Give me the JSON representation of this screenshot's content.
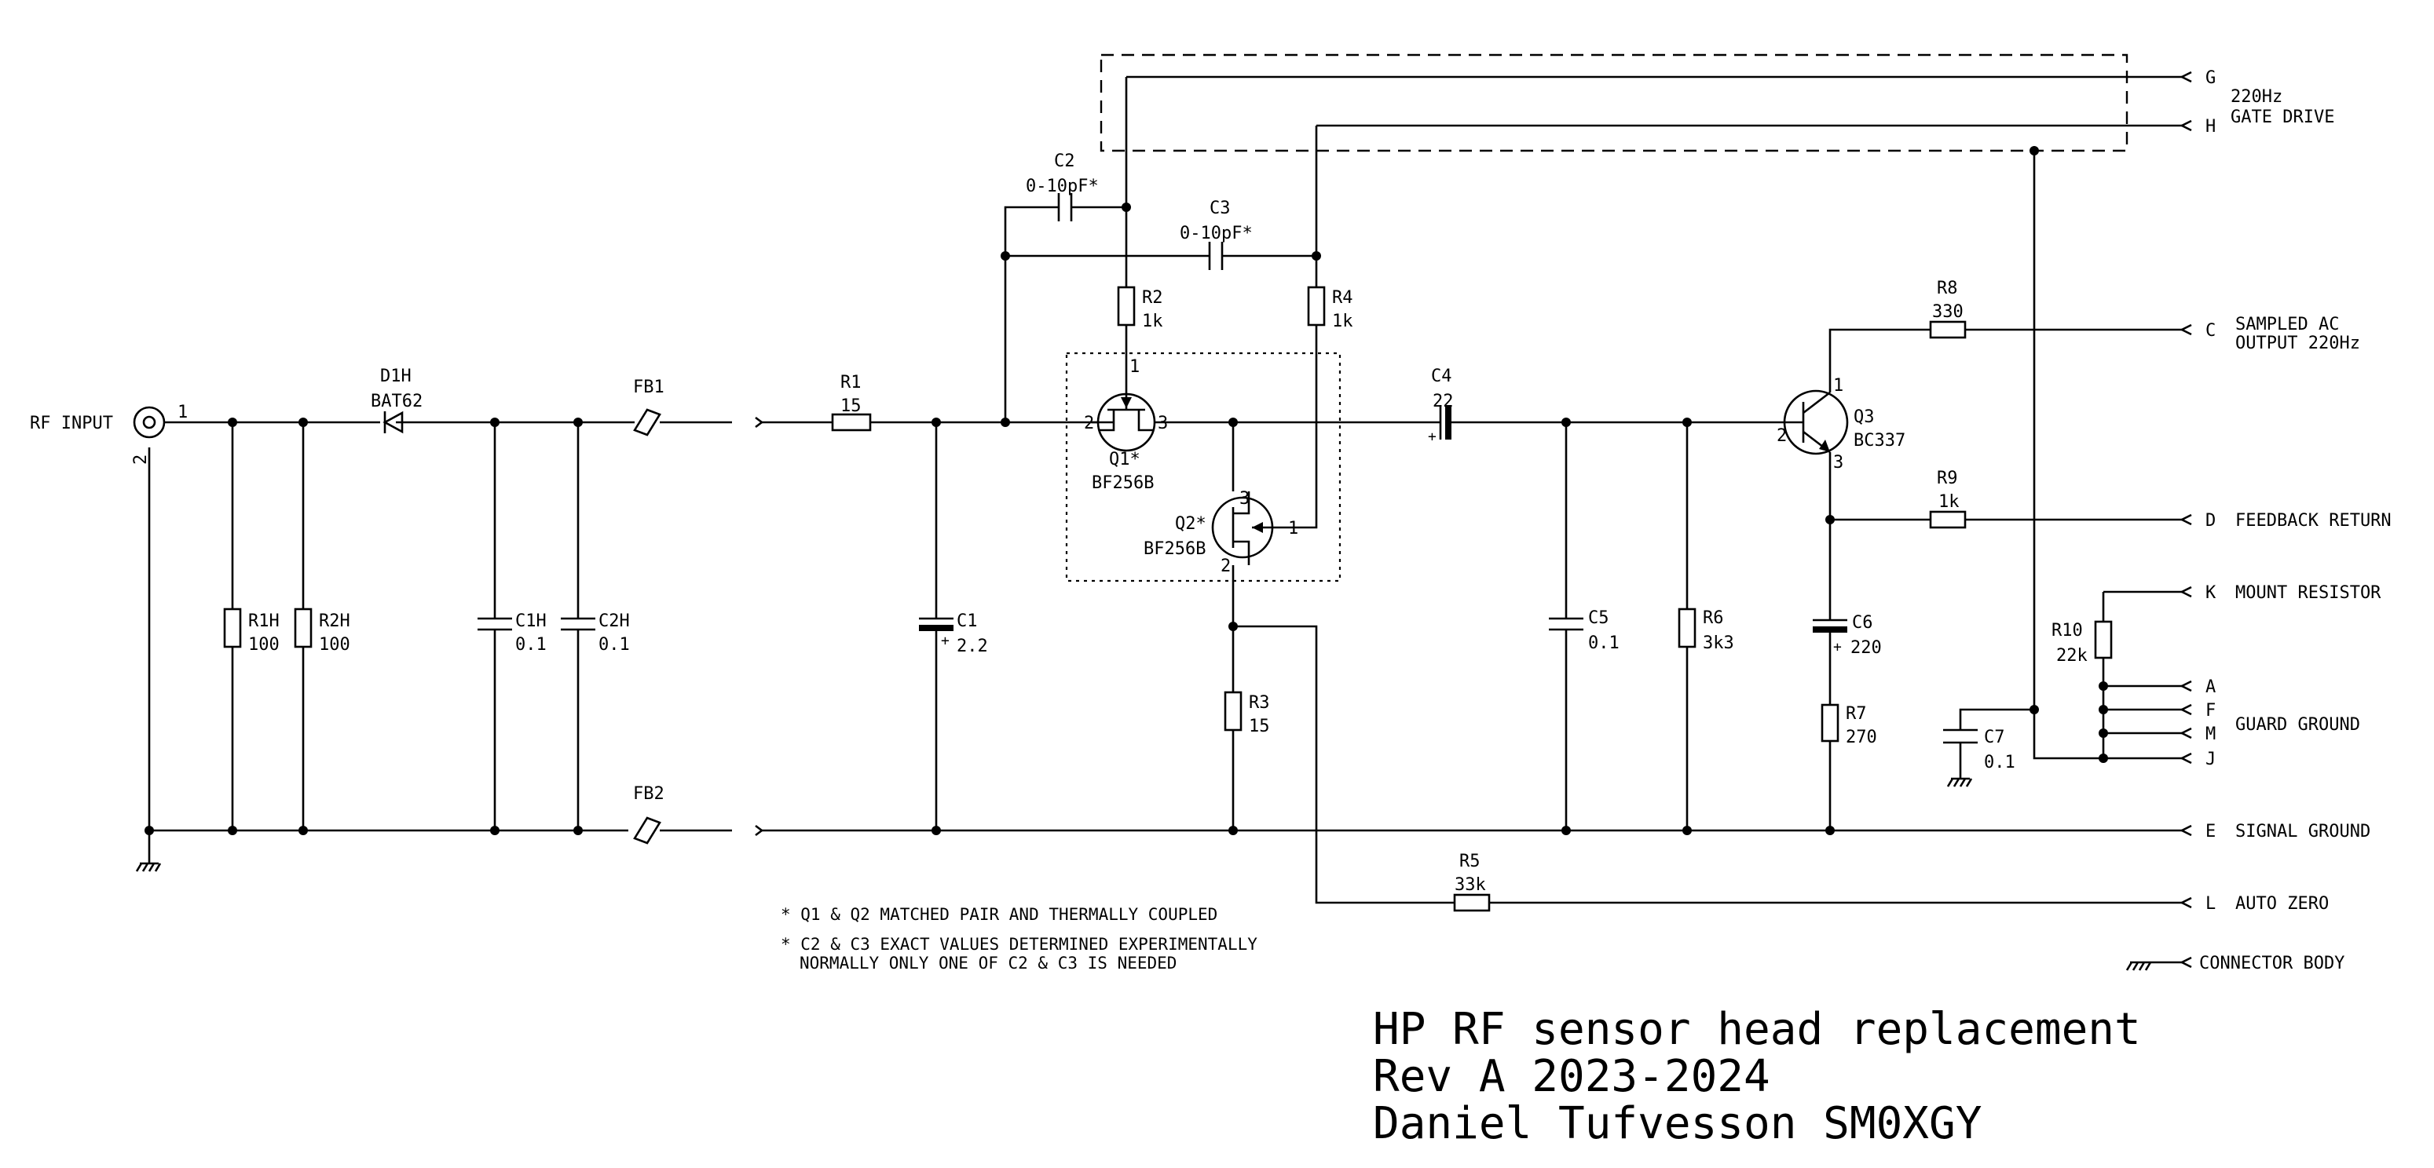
{
  "colors": {
    "ink": "#000000",
    "background": "#ffffff"
  },
  "rf_input": {
    "label": "RF INPUT",
    "pin1": "1",
    "pin2": "2"
  },
  "components": {
    "D1H": {
      "ref": "D1H",
      "value": "BAT62"
    },
    "FB1": {
      "ref": "FB1"
    },
    "FB2": {
      "ref": "FB2"
    },
    "R1H": {
      "ref": "R1H",
      "value": "100"
    },
    "R2H": {
      "ref": "R2H",
      "value": "100"
    },
    "C1H": {
      "ref": "C1H",
      "value": "0.1"
    },
    "C2H": {
      "ref": "C2H",
      "value": "0.1"
    },
    "R1": {
      "ref": "R1",
      "value": "15"
    },
    "C1": {
      "ref": "C1",
      "value": "2.2"
    },
    "C2": {
      "ref": "C2",
      "value": "0-10pF*"
    },
    "C3": {
      "ref": "C3",
      "value": "0-10pF*"
    },
    "R2": {
      "ref": "R2",
      "value": "1k"
    },
    "R4": {
      "ref": "R4",
      "value": "1k"
    },
    "Q1": {
      "ref": "Q1*",
      "value": "BF256B"
    },
    "Q2": {
      "ref": "Q2*",
      "value": "BF256B"
    },
    "R3": {
      "ref": "R3",
      "value": "15"
    },
    "C4": {
      "ref": "C4",
      "value": "22"
    },
    "C5": {
      "ref": "C5",
      "value": "0.1"
    },
    "R6": {
      "ref": "R6",
      "value": "3k3"
    },
    "Q3": {
      "ref": "Q3",
      "value": "BC337"
    },
    "R8": {
      "ref": "R8",
      "value": "330"
    },
    "R9": {
      "ref": "R9",
      "value": "1k"
    },
    "C6": {
      "ref": "C6",
      "value": "220"
    },
    "R7": {
      "ref": "R7",
      "value": "270"
    },
    "R5": {
      "ref": "R5",
      "value": "33k"
    },
    "R10": {
      "ref": "R10",
      "value": "22k"
    },
    "C7": {
      "ref": "C7",
      "value": "0.1"
    }
  },
  "pins": {
    "q1_1": "1",
    "q1_2": "2",
    "q1_3": "3",
    "q2_1": "1",
    "q2_2": "2",
    "q2_3": "3",
    "q3_1": "1",
    "q3_2": "2",
    "q3_3": "3"
  },
  "connector": [
    {
      "pin": "G",
      "label": "220Hz"
    },
    {
      "pin": "H",
      "label": "GATE DRIVE"
    },
    {
      "pin": "C",
      "label": "SAMPLED AC"
    },
    {
      "pin": "",
      "label": "OUTPUT 220Hz"
    },
    {
      "pin": "D",
      "label": "FEEDBACK RETURN"
    },
    {
      "pin": "K",
      "label": "MOUNT RESISTOR"
    },
    {
      "pin": "A",
      "label": ""
    },
    {
      "pin": "F",
      "label": ""
    },
    {
      "pin": "M",
      "label": "GUARD GROUND"
    },
    {
      "pin": "J",
      "label": ""
    },
    {
      "pin": "E",
      "label": "SIGNAL GROUND"
    },
    {
      "pin": "L",
      "label": "AUTO ZERO"
    },
    {
      "pin": "",
      "label": "CONNECTOR BODY"
    }
  ],
  "notes": [
    "* Q1 & Q2 MATCHED PAIR AND THERMALLY COUPLED",
    "* C2 & C3 EXACT VALUES DETERMINED EXPERIMENTALLY",
    "NORMALLY ONLY ONE OF C2 & C3 IS NEEDED"
  ],
  "title_block": [
    "HP RF sensor head replacement",
    "Rev A 2023-2024",
    "Daniel Tufvesson SM0XGY"
  ]
}
